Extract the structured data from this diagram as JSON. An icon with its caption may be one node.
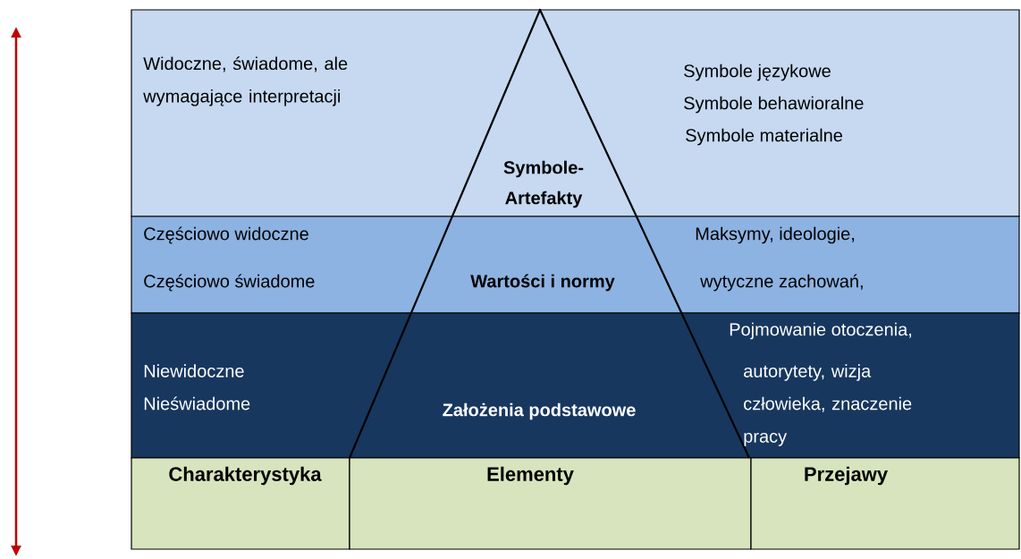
{
  "diagram": {
    "nodes": [
      {
        "text": [
          "Widoczne, świadome, ale wymagające interpretacji",
          "Symbole- Artefakty",
          "Symbole językowe",
          "Symbole behawioralne",
          "Symbole materialne"
        ]
      },
      {
        "text": [
          "Częściowo widoczne",
          "Częściowo świadome",
          "Wartości i normy",
          "Maksymy, ideologie,",
          "wytyczne zachowań,"
        ]
      },
      {
        "text": [
          "Niewidoczne Nieświadome",
          "Założenia podstawowe",
          "Pojmowanie otoczenia,",
          "autorytety, wizja człowieka, znaczenie pracy"
        ]
      },
      {
        "text": [
          "Charakterystyka"
        ]
      },
      {
        "text": [
          "Elementy"
        ]
      },
      {
        "text": [
          "Przejawy"
        ]
      }
    ]
  }
}
